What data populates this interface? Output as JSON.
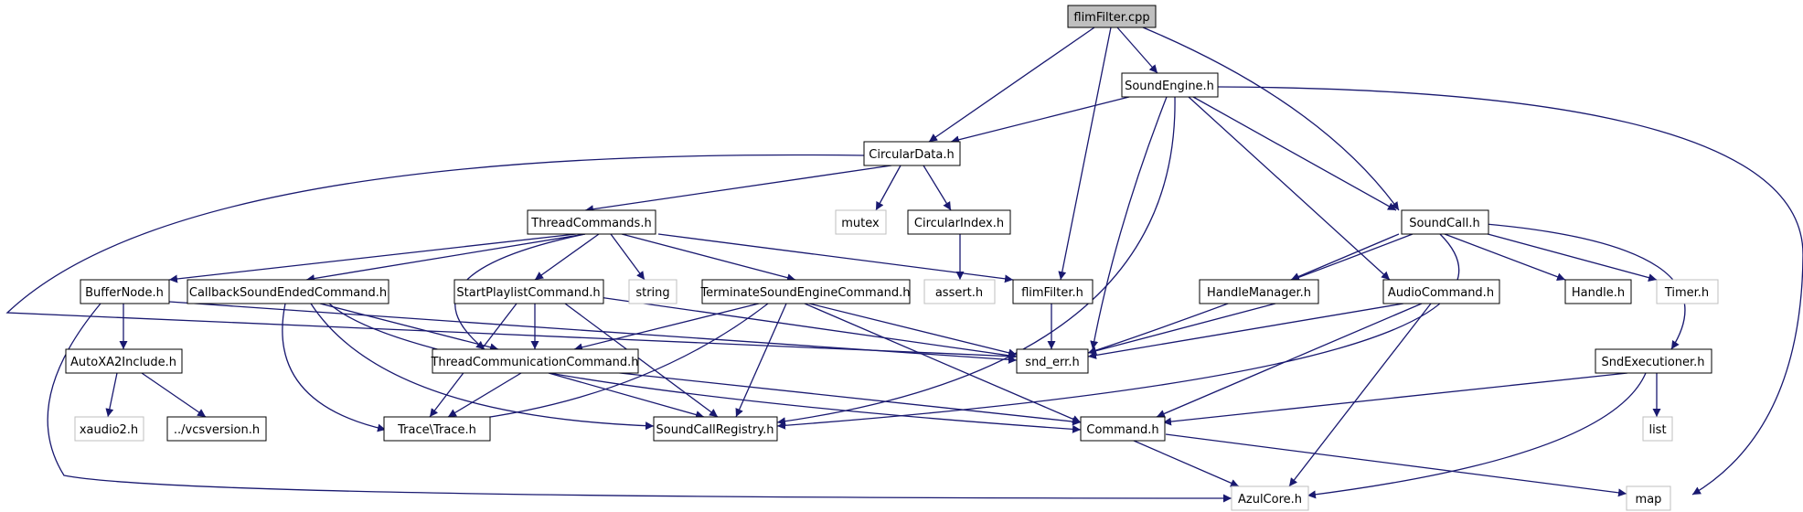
{
  "colors": {
    "edge": "#191970",
    "node_border": "#000000",
    "external_border": "#bfbfbf",
    "root_fill": "#bfbfbf"
  },
  "nodes": {
    "flimFilterCpp": "flimFilter.cpp",
    "SoundEngine": "SoundEngine.h",
    "CircularData": "CircularData.h",
    "ThreadCommands": "ThreadCommands.h",
    "mutex": "mutex",
    "CircularIndex": "CircularIndex.h",
    "SoundCall": "SoundCall.h",
    "BufferNode": "BufferNode.h",
    "CallbackSoundEndedCommand": "CallbackSoundEndedCommand.h",
    "StartPlaylistCommand": "StartPlaylistCommand.h",
    "string": "string",
    "TerminateSoundEngineCommand": "TerminateSoundEngineCommand.h",
    "assert": "assert.h",
    "flimFilterH": "flimFilter.h",
    "HandleManager": "HandleManager.h",
    "AudioCommand": "AudioCommand.h",
    "Handle": "Handle.h",
    "Timer": "Timer.h",
    "AutoXA2Include": "AutoXA2Include.h",
    "ThreadCommunicationCommand": "ThreadCommunicationCommand.h",
    "snd_err": "snd_err.h",
    "SndExecutioner": "SndExecutioner.h",
    "xaudio2": "xaudio2.h",
    "vcsversion": "../vcsversion.h",
    "TraceTrace": "Trace\\Trace.h",
    "SoundCallRegistry": "SoundCallRegistry.h",
    "Command": "Command.h",
    "list": "list",
    "AzulCore": "AzulCore.h",
    "map": "map"
  }
}
